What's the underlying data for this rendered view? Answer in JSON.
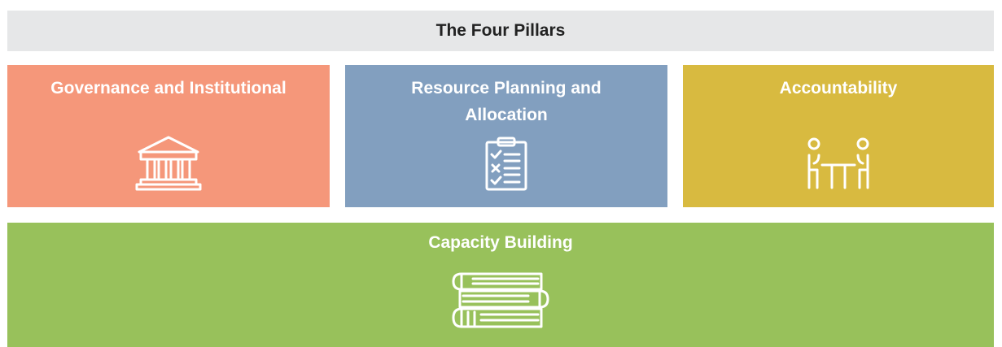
{
  "title": "The Four Pillars",
  "colors": {
    "header_bg": "#e6e7e8",
    "governance": "#f5977a",
    "resource": "#829fbf",
    "accountability": "#d8ba40",
    "capacity": "#98c15b",
    "text_light": "#ffffff"
  },
  "pillars": [
    {
      "label": "Governance and Institutional",
      "icon": "government-building-icon"
    },
    {
      "label": "Resource Planning and Allocation",
      "icon": "clipboard-checklist-icon"
    },
    {
      "label": "Accountability",
      "icon": "meeting-people-table-icon"
    }
  ],
  "foundation": {
    "label": "Capacity Building",
    "icon": "books-stack-icon"
  }
}
